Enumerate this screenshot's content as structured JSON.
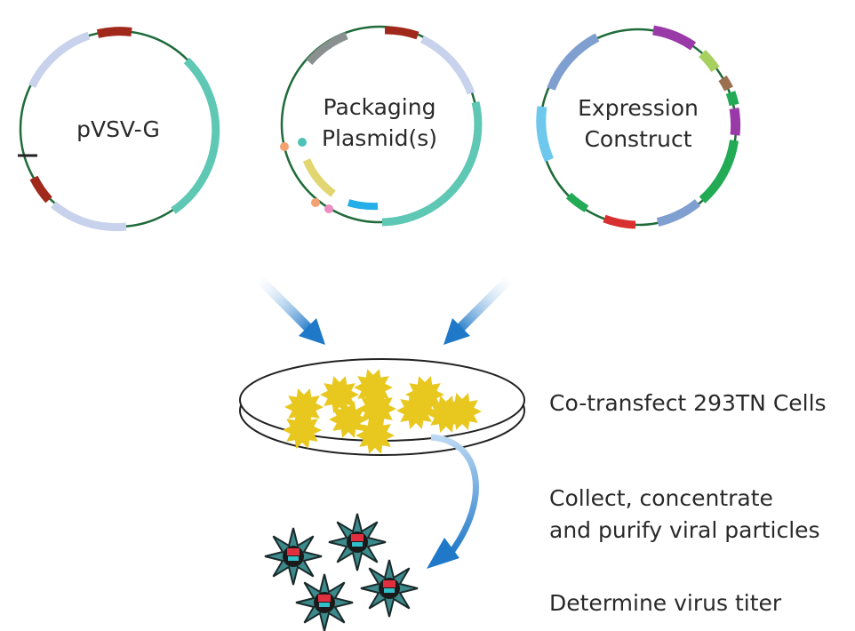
{
  "plasmids": [
    {
      "name": "pVSV-G",
      "label_lines": [
        "pVSV-G"
      ]
    },
    {
      "name": "Packaging Plasmid(s)",
      "label_lines": [
        "Packaging",
        "Plasmid(s)"
      ]
    },
    {
      "name": "Expression Construct",
      "label_lines": [
        "Expression",
        "Construct"
      ]
    }
  ],
  "colors": {
    "backbone": "#1f6b3a",
    "arrow_blue": "#2a7fd0",
    "cell_yellow": "#e8c81e",
    "dish_outline": "#222222"
  },
  "steps": [
    {
      "lines": [
        "Co-transfect 293TN Cells"
      ]
    },
    {
      "lines": [
        "Collect, concentrate",
        "and purify viral particles"
      ]
    },
    {
      "lines": [
        "Determine virus titer"
      ]
    }
  ]
}
